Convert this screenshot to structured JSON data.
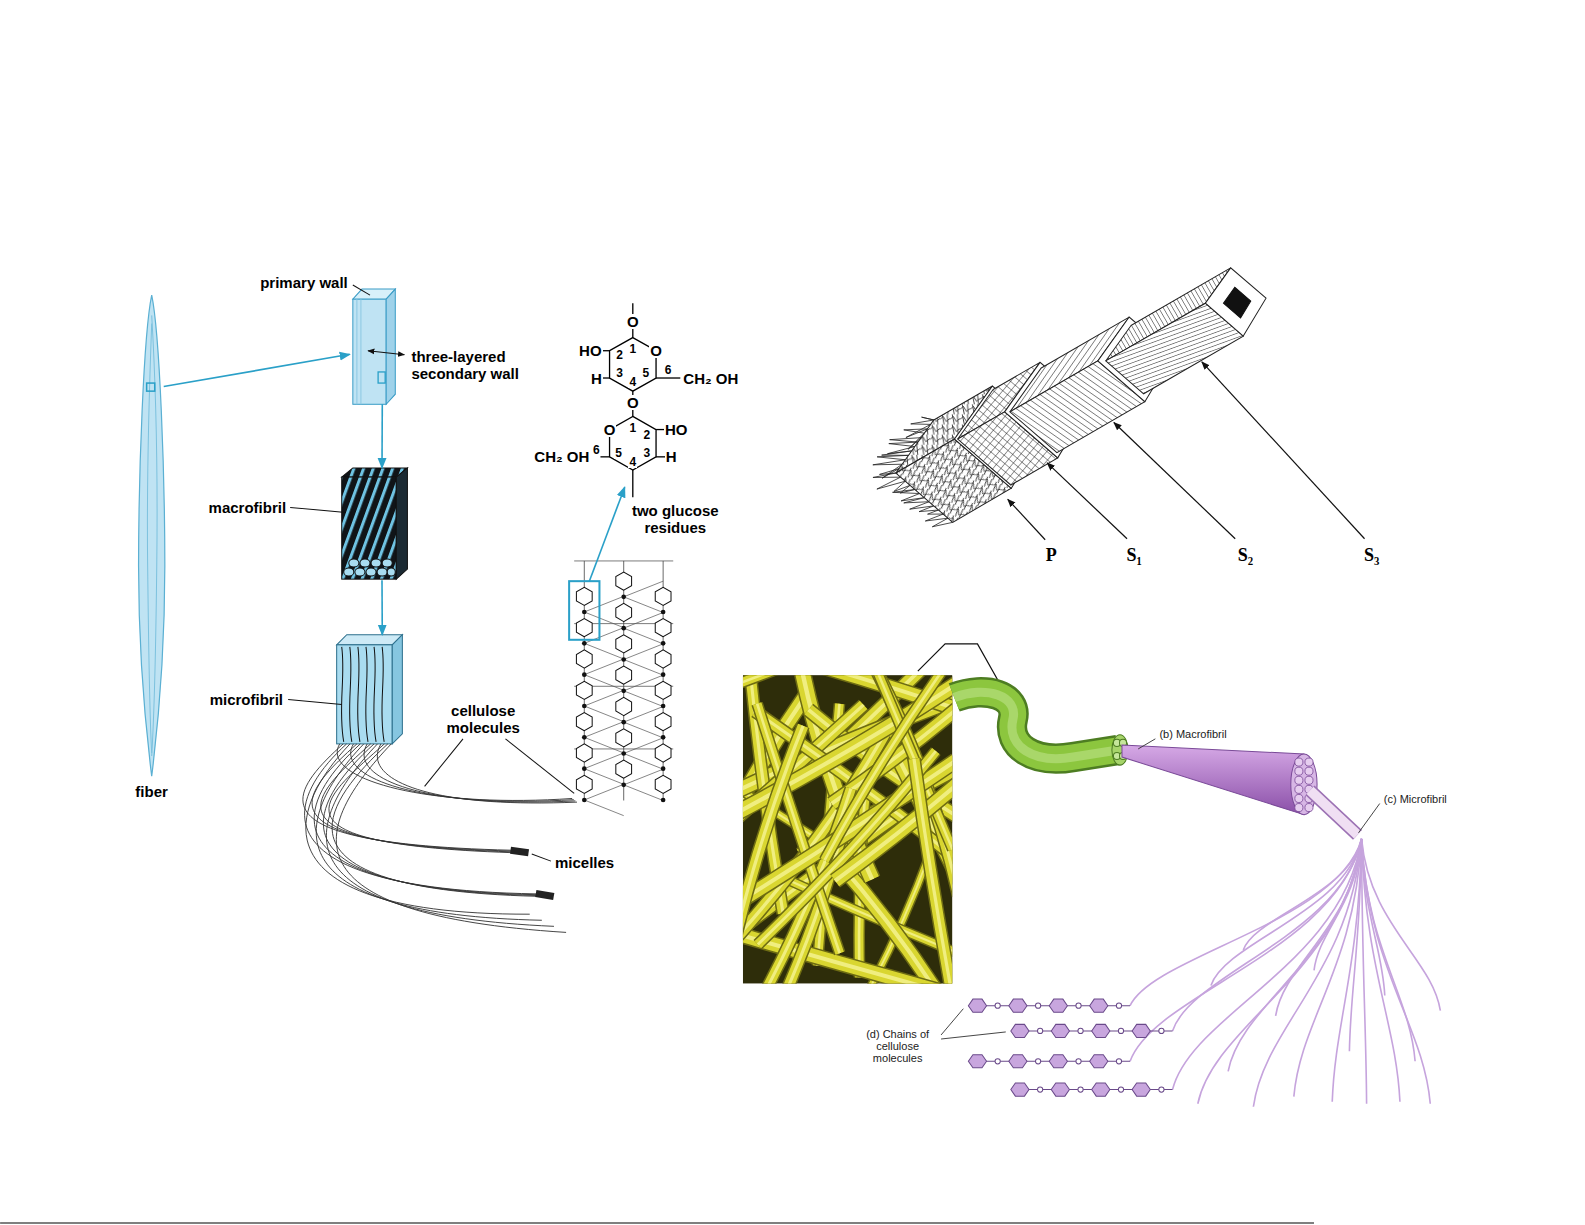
{
  "diagram": {
    "nodes": [
      {
        "text": [
          "fiber"
        ]
      },
      {
        "text": [
          "primary wall",
          "three-layered secondary wall"
        ]
      },
      {
        "text": [
          "macrofibril"
        ]
      },
      {
        "text": [
          "microfibril"
        ]
      }
    ],
    "edges": [
      {
        "from": 0,
        "to": 1,
        "arrow": "to"
      },
      {
        "from": 1,
        "to": 2,
        "arrow": "to"
      },
      {
        "from": 2,
        "to": 3,
        "arrow": "to"
      }
    ],
    "labels": [
      "O",
      "HO",
      "2",
      "1",
      "O",
      "H",
      "3",
      "4",
      "5",
      "6",
      "CH₂ OH",
      "O",
      "O",
      "1",
      "2",
      "HO",
      "CH₂ OH",
      "6",
      "5",
      "4",
      "3",
      "H",
      "two glucose residues",
      "cellulose molecules",
      "micelles",
      "P",
      "S₁",
      "S₂",
      "S₃",
      "(b) Macrofibril",
      "(c) Microfibril",
      "(d) Chains of cellulose molecules"
    ]
  }
}
